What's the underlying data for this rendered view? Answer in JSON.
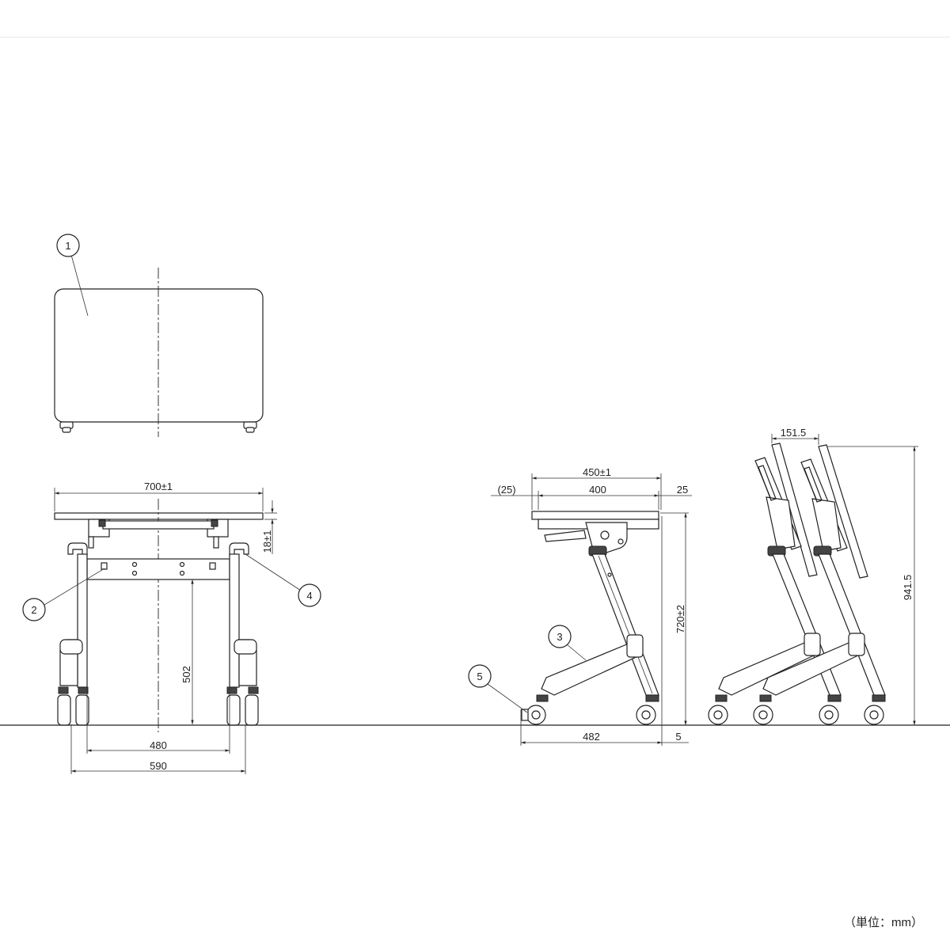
{
  "parts": [
    {
      "label": "1"
    },
    {
      "label": "2"
    },
    {
      "label": "3"
    },
    {
      "label": "4"
    },
    {
      "label": "5"
    }
  ],
  "dimensions": {
    "width_700": "700±1",
    "top_thickness": "18±1",
    "height_502": "502",
    "leg_span_480": "480",
    "base_span_590": "590",
    "depth_450": "450±1",
    "inner_400": "400",
    "offset_25_paren": "(25)",
    "offset_25": "25",
    "height_720": "720±2",
    "base_482": "482",
    "caster_5": "5",
    "nest_151_5": "151.5",
    "folded_941_5": "941.5"
  },
  "unit_note": "（単位：mm）"
}
